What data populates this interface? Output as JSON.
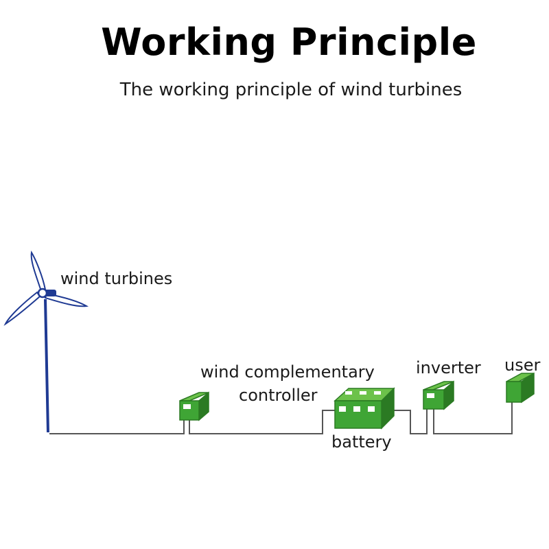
{
  "header": {
    "title": "Working Principle",
    "subtitle": "The working principle of wind turbines"
  },
  "diagram": {
    "components": {
      "turbine": "wind turbines",
      "controller_line1": "wind complementary",
      "controller_line2": "controller",
      "battery": "battery",
      "inverter": "inverter",
      "user": "user"
    },
    "colors": {
      "turbine_blade": "#ffffff",
      "turbine_outline": "#1f3a93",
      "tower": "#1f3a93",
      "device_green": "#3fa535",
      "device_green_dark": "#2b7a23",
      "device_green_top": "#6cc24a",
      "wire": "#555555"
    }
  }
}
